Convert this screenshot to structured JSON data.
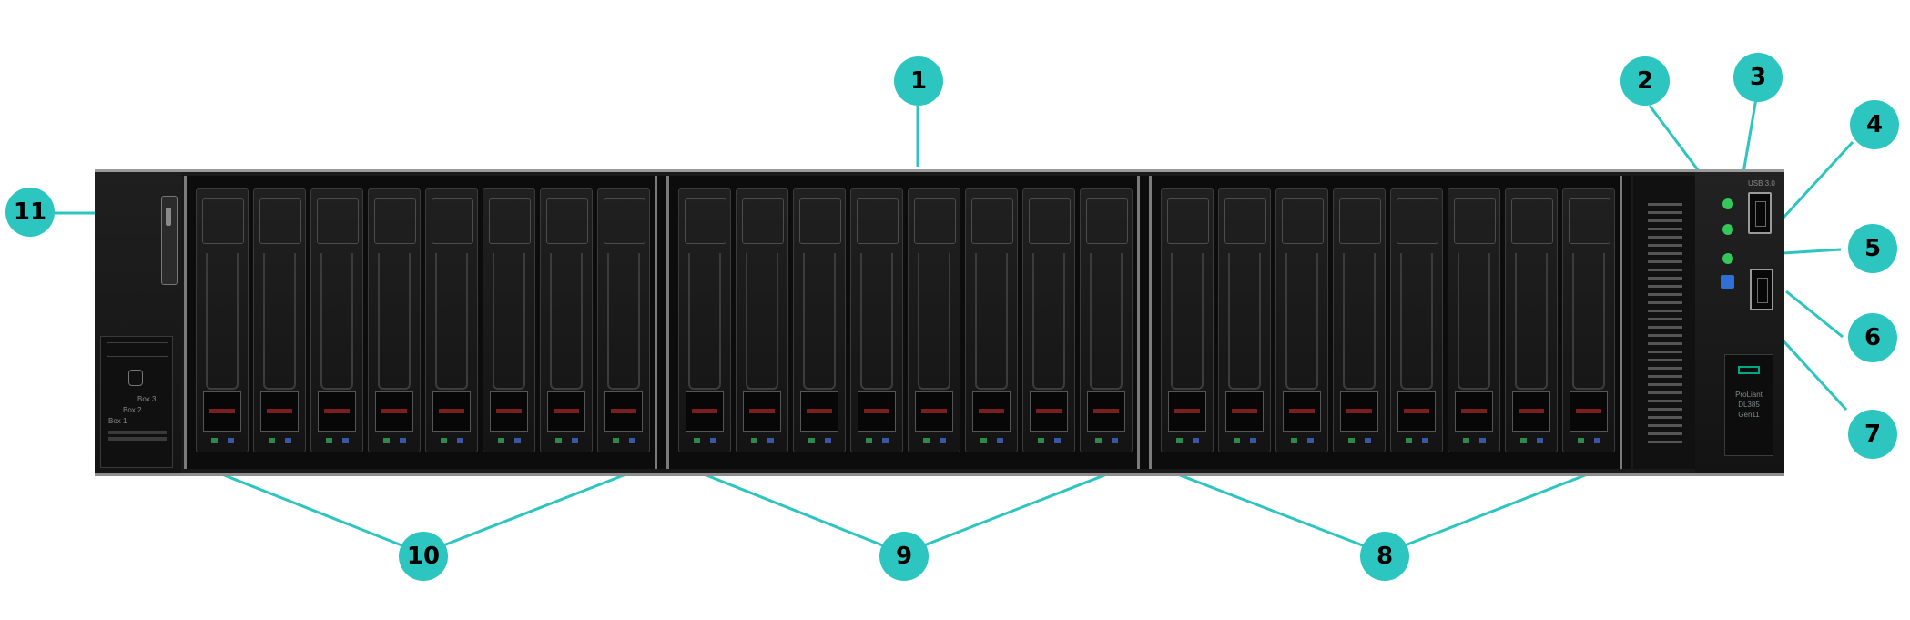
{
  "diagram": {
    "callouts": [
      {
        "id": "callout-1",
        "label": "1"
      },
      {
        "id": "callout-2",
        "label": "2"
      },
      {
        "id": "callout-3",
        "label": "3"
      },
      {
        "id": "callout-4",
        "label": "4"
      },
      {
        "id": "callout-5",
        "label": "5"
      },
      {
        "id": "callout-6",
        "label": "6"
      },
      {
        "id": "callout-7",
        "label": "7"
      },
      {
        "id": "callout-8",
        "label": "8"
      },
      {
        "id": "callout-9",
        "label": "9"
      },
      {
        "id": "callout-10",
        "label": "10"
      },
      {
        "id": "callout-11",
        "label": "11"
      }
    ],
    "server": {
      "model_line1": "ProLiant",
      "model_line2": "DL385",
      "model_line3": "Gen11",
      "usb_label": "USB 3.0",
      "serial_tag_lines": [
        "Box 3",
        "Box 2",
        "Box 1"
      ],
      "drive_boxes": 3,
      "drives_per_box": 8
    },
    "colors": {
      "callout": "#2cc5c0",
      "chassis": "#1a1a1a",
      "led_green": "#34c759",
      "led_blue": "#2f6fd6",
      "brand": "#01a982"
    }
  }
}
